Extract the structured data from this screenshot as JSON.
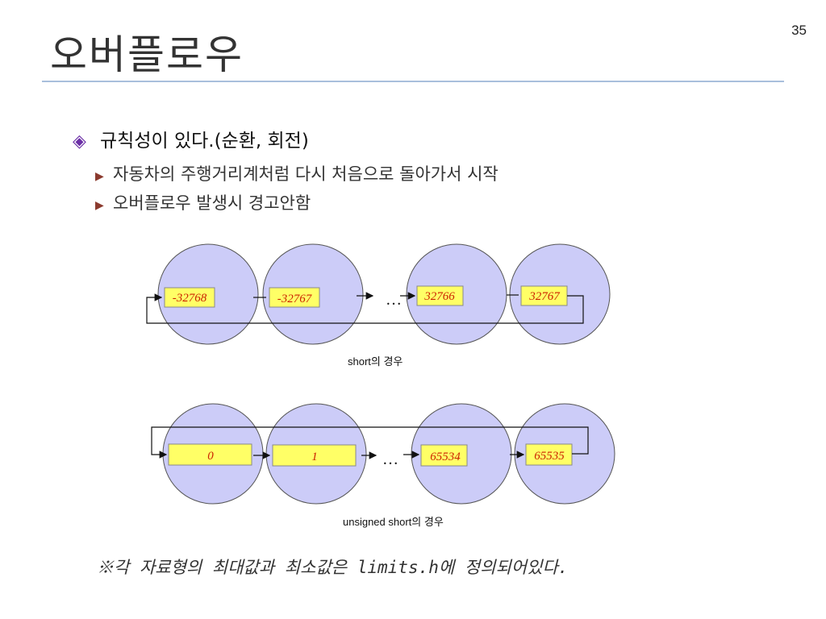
{
  "slide": {
    "title": "오버플로우",
    "page_number": "35"
  },
  "bullets": {
    "main": "규칙성이 있다.(순환, 회전)",
    "subs": [
      "자동차의 주행거리계처럼 다시 처음으로 돌아가서 시작",
      "오버플로우 발생시 경고안함"
    ]
  },
  "diagrams": {
    "short": {
      "values": [
        "-32768",
        "-32767",
        "32766",
        "32767"
      ],
      "ellipsis": "…",
      "caption": "short의 경우"
    },
    "unsigned": {
      "values": [
        "0",
        "1",
        "65534",
        "65535"
      ],
      "ellipsis": "…",
      "caption": "unsigned short의 경우"
    }
  },
  "footnote": "※각 자료형의 최대값과 최소값은 limits.h에 정의되어있다.",
  "colors": {
    "circle_fill": "#ccccf8",
    "box_fill": "#ffff66",
    "value_text": "#cc2200",
    "rule": "#a9bfdc",
    "bullet_diamond": "#6b2fa6"
  }
}
